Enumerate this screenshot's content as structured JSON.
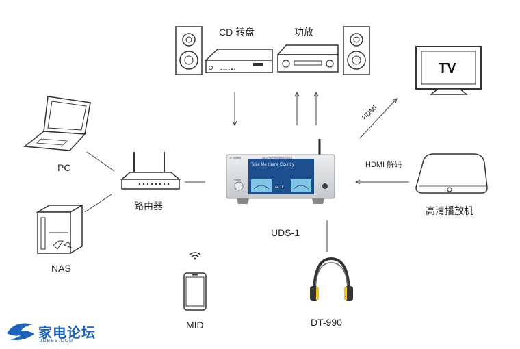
{
  "labels": {
    "cd": "CD 转盘",
    "amp": "功放",
    "tv": "TV",
    "pc": "PC",
    "router": "路由器",
    "nas": "NAS",
    "mid": "MID",
    "uds": "UDS-1",
    "dt990": "DT-990",
    "player": "高清播放机",
    "hdmi": "HDMI",
    "hdmi_decode": "HDMI 解码"
  },
  "device_screen": {
    "brand": "JF Digital",
    "model_line": "Ultra High Resolution   UDS-1",
    "track": "Take Me Home Country",
    "power": "Power",
    "rate": "44.1k"
  },
  "logo": {
    "name": "家电论坛",
    "url": "JDBBS.COM"
  },
  "colors": {
    "line": "#444444",
    "screen": "#1d4f8f",
    "meter": "#7fc6e6",
    "logo": "#1d63b7",
    "headphone_accent": "#f0c02a"
  }
}
